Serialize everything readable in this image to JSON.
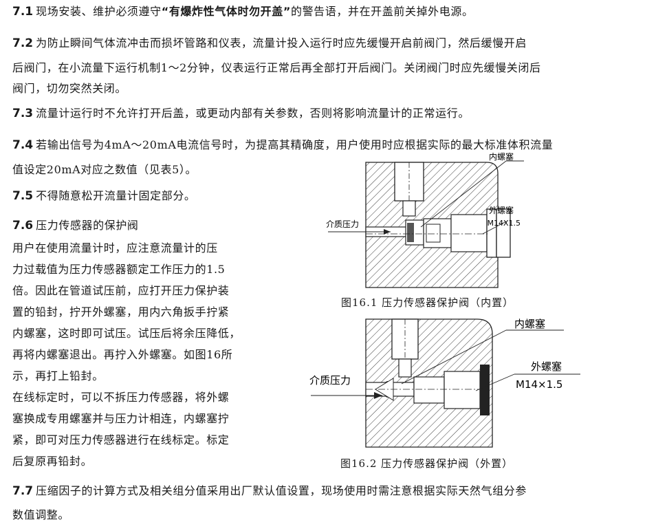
{
  "s71": {
    "num": "7.1",
    "pre": "现场安装、维护必须遵守",
    "warning": "“有爆炸性气体时勿开盖”",
    "post": "的警告语，并在开盖前关掉外电源。"
  },
  "s72": {
    "num": "7.2",
    "line1": "为防止瞬间气体流冲击而损坏管路和仪表，流量计投入运行时应先缓慢开启前阀门，然后缓慢开启",
    "line2": "后阀门，在小流量下运行机制1～2分钟，仪表运行正常后再全部打开后阀门。关闭阀门时应先缓慢关闭后",
    "line3": "阀门，切勿突然关闭。"
  },
  "s73": {
    "num": "7.3",
    "text": "流量计运行时不允许打开后盖，或更动内部有关参数，否则将影响流量计的正常运行。"
  },
  "s74": {
    "num": "7.4",
    "line1": "若输出信号为4mA～20mA电流信号时，为提高其精确度，用户使用时应根据实际的最大标准体积流量",
    "line2": "值设定20mA对应之数值（见表5）。"
  },
  "s75": {
    "num": "7.5",
    "text": "不得随意松开流量计固定部分。"
  },
  "s76": {
    "num": "7.6",
    "title": "压力传感器的保护阀",
    "para1": [
      "用户在使用流量计时，应注意流量计的压",
      "力过载值为压力传感器额定工作压力的1.5",
      "倍。因此在管道试压前，应打开压力保护装",
      "置的铅封，拧开外螺塞，用内六角扳手拧紧",
      "内螺塞，这时即可试压。试压后将余压降低，",
      "再将内螺塞退出。再拧入外螺塞。如图16所",
      "示，再打上铅封。"
    ],
    "para2": [
      "在线标定时，可以不拆压力传感器，将外螺",
      "塞换成专用螺塞并与压力计相连，内螺塞拧",
      "紧，即可对压力传感器进行在线标定。标定",
      "后复原再铅封。"
    ]
  },
  "fig1": {
    "inner_plug": "内螺塞",
    "outer_plug": "外螺塞",
    "thread": "M14X1.5",
    "medium_pressure": "介质压力",
    "caption": "图16.1 压力传感器保护阀（内置）"
  },
  "fig2": {
    "inner_plug": "内螺塞",
    "outer_plug": "外螺塞",
    "thread": "M14×1.5",
    "medium_pressure": "介质压力",
    "caption": "图16.2 压力传感器保护阀（外置）"
  },
  "s77": {
    "num": "7.7",
    "line1": "压缩因子的计算方式及相关组分值采用出厂默认值设置，现场使用时需注意根据实际天然气组分参",
    "line2": "数值调整。"
  }
}
